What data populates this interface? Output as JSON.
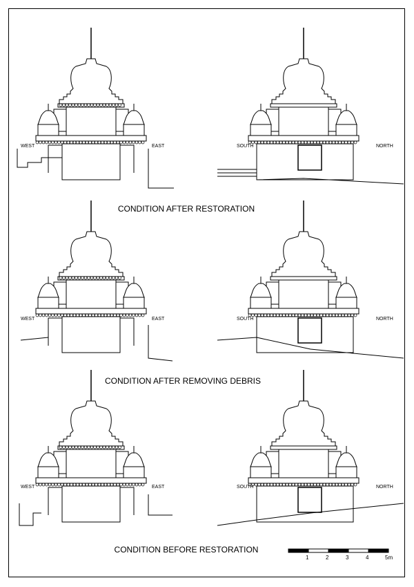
{
  "sections": [
    {
      "title": "CONDITION AFTER RESTORATION",
      "left_labels": [
        "WEST",
        "EAST"
      ],
      "right_labels": [
        "SOUTH",
        "NORTH"
      ]
    },
    {
      "title": "CONDITION AFTER REMOVING DEBRIS",
      "left_labels": [
        "WEST",
        "EAST"
      ],
      "right_labels": [
        "SOUTH",
        "NORTH"
      ]
    },
    {
      "title": "CONDITION BEFORE RESTORATION",
      "left_labels": [
        "WEST",
        "EAST"
      ],
      "right_labels": [
        "SOUTH",
        "NORTH"
      ]
    }
  ],
  "scale_bar": {
    "ticks": [
      "1",
      "2",
      "3",
      "4",
      "5m"
    ]
  }
}
